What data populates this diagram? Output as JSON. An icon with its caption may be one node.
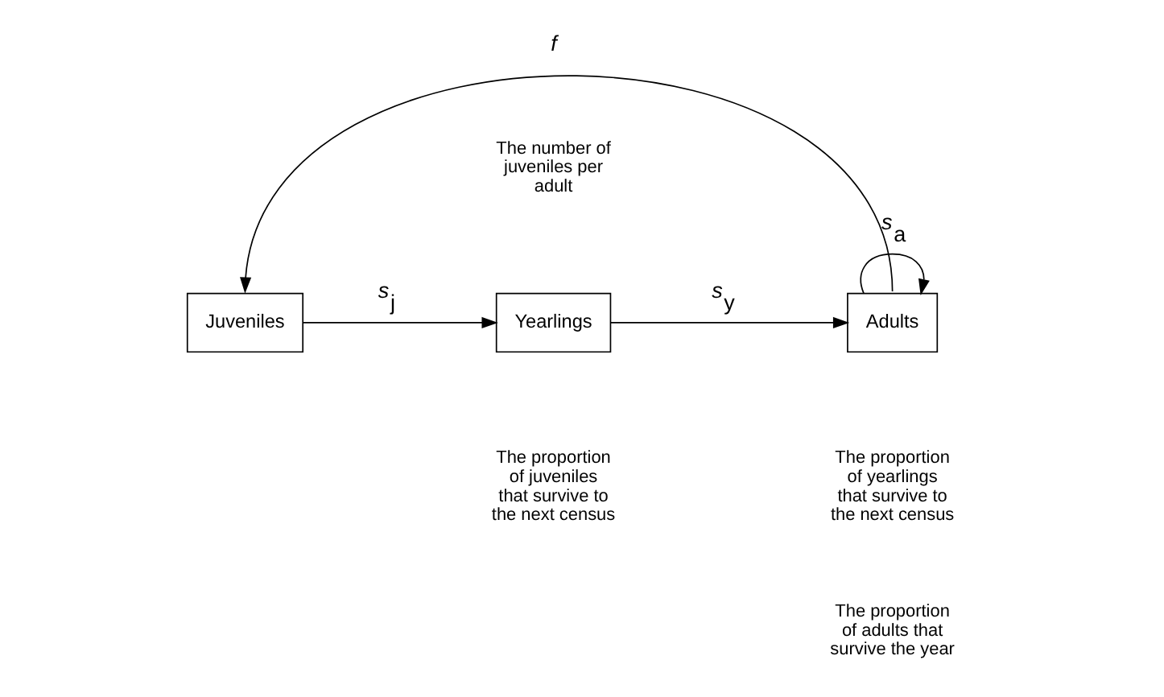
{
  "diagram": {
    "nodes": [
      {
        "text": [
          "Juveniles"
        ]
      },
      {
        "text": [
          "Yearlings"
        ]
      },
      {
        "text": [
          "Adults"
        ]
      }
    ],
    "edges": [
      {
        "from": 2,
        "to": 0,
        "arrow": "to",
        "label": "f"
      },
      {
        "from": 0,
        "to": 1,
        "arrow": "to",
        "label": "s$_{j}$"
      },
      {
        "from": 1,
        "to": 2,
        "arrow": "to",
        "label": "s$_{y}$"
      },
      {
        "from": 2,
        "to": 2,
        "arrow": "to",
        "label": "s$_{a}$"
      }
    ],
    "labels": [
      "The number of juveniles per adult",
      "The proportion of juveniles that survive to the next census",
      "The proportion of yearlings that survive to the next census",
      "The proportion of adults that survive the year"
    ]
  }
}
